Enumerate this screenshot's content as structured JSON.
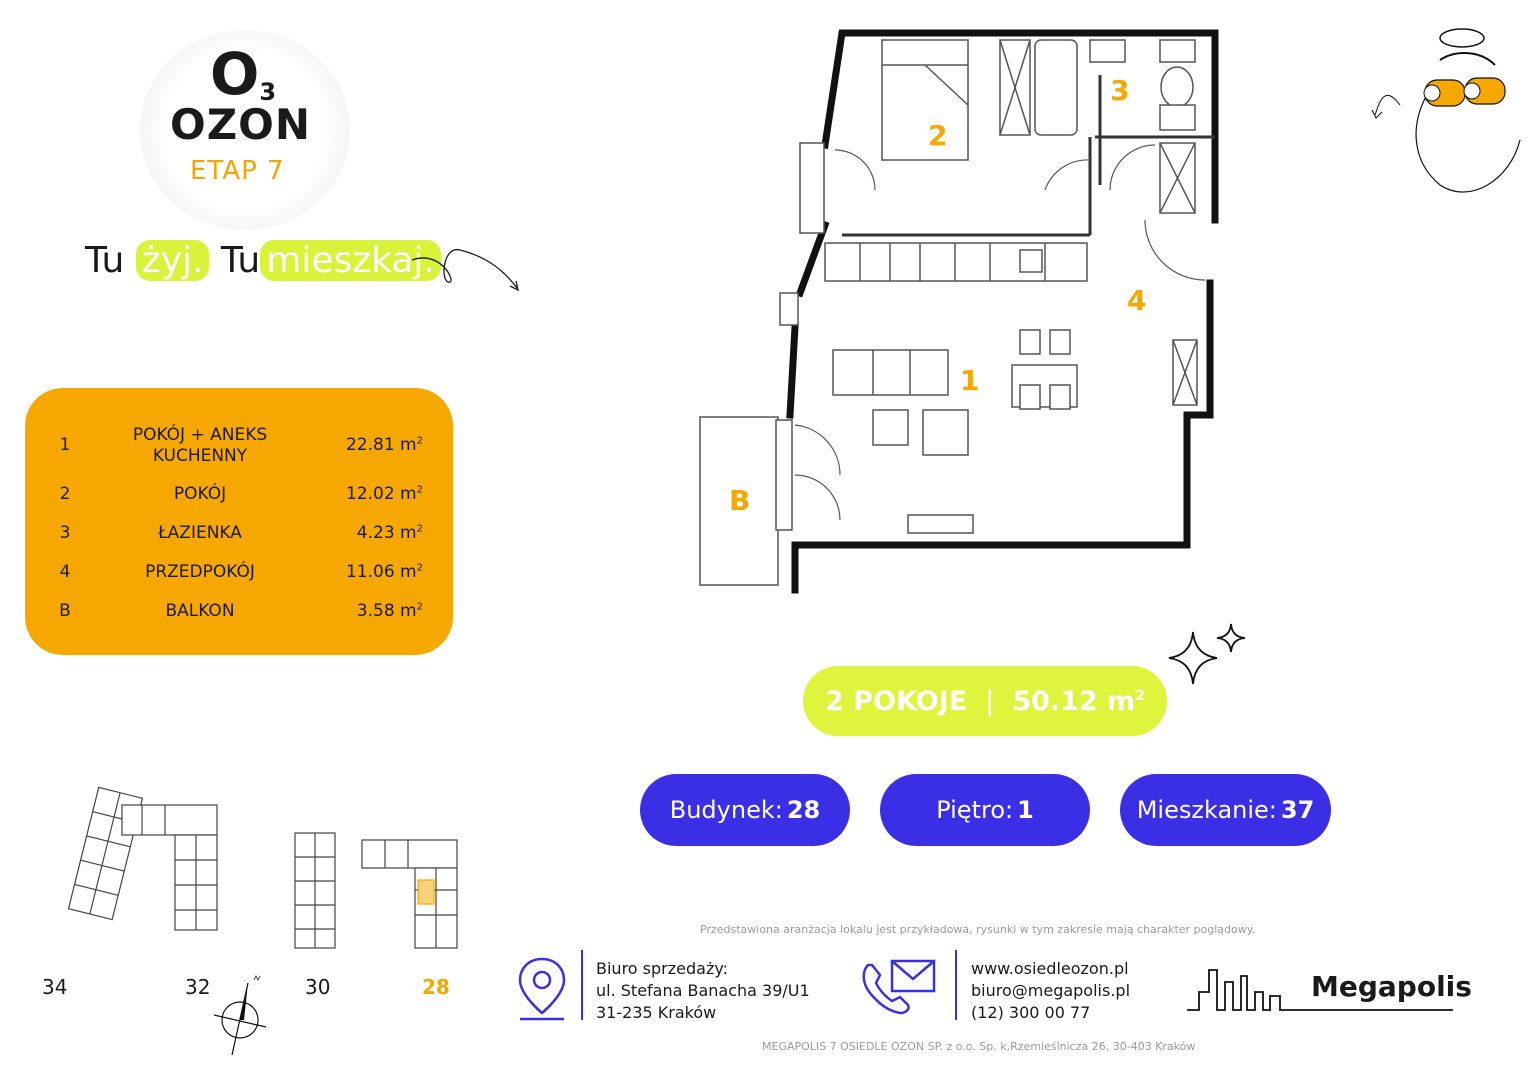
{
  "logo": {
    "mark": "O",
    "sub": "3",
    "word": "OZON",
    "stage": "ETAP 7"
  },
  "slogan": {
    "part1": "Tu",
    "part2": "żyj.",
    "part3": "Tu",
    "part4": "mieszkaj."
  },
  "rooms": [
    {
      "num": "1",
      "name": "POKÓJ + ANEKS KUCHENNY",
      "area": "22.81 m",
      "unit_sup": "2"
    },
    {
      "num": "2",
      "name": "POKÓJ",
      "area": "12.02 m",
      "unit_sup": "2"
    },
    {
      "num": "3",
      "name": "ŁAZIENKA",
      "area": "4.23 m",
      "unit_sup": "2"
    },
    {
      "num": "4",
      "name": "PRZEDPOKÓJ",
      "area": "11.06 m",
      "unit_sup": "2"
    },
    {
      "num": "B",
      "name": "BALKON",
      "area": "3.58 m",
      "unit_sup": "2"
    }
  ],
  "plan_labels": {
    "room1": "1",
    "room2": "2",
    "room3": "3",
    "room4": "4",
    "balcony": "B"
  },
  "summary": {
    "rooms": "2 POKOJE",
    "separator": "|",
    "area": "50.12 m",
    "unit_sup": "2"
  },
  "info": {
    "building_label": "Budynek:",
    "building_value": "28",
    "floor_label": "Piętro:",
    "floor_value": "1",
    "apartment_label": "Mieszkanie:",
    "apartment_value": "37"
  },
  "buildings": [
    {
      "label": "34"
    },
    {
      "label": "32"
    },
    {
      "label": "30"
    },
    {
      "label": "28"
    }
  ],
  "footer": {
    "disclaimer": "Przedstawiona aranżacja lokalu jest przykładowa, rysunki w tym zakresie mają charakter poglądowy.",
    "office_title": "Biuro sprzedaży:",
    "office_street": "ul. Stefana Banacha 39/U1",
    "office_city": "31-235 Kraków",
    "website": "www.osiedleozon.pl",
    "email": "biuro@megapolis.pl",
    "phone": "(12) 300 00 77",
    "company": "MEGAPOLIS 7 OSIEDLE OZON SP. z o.o. Sp. k,Rzemieślnicza 26, 30-403 Kraków",
    "brand": "Megapolis"
  },
  "colors": {
    "orange": "#f6a800",
    "lime": "#dff53d",
    "violet": "#3b2fe6"
  }
}
